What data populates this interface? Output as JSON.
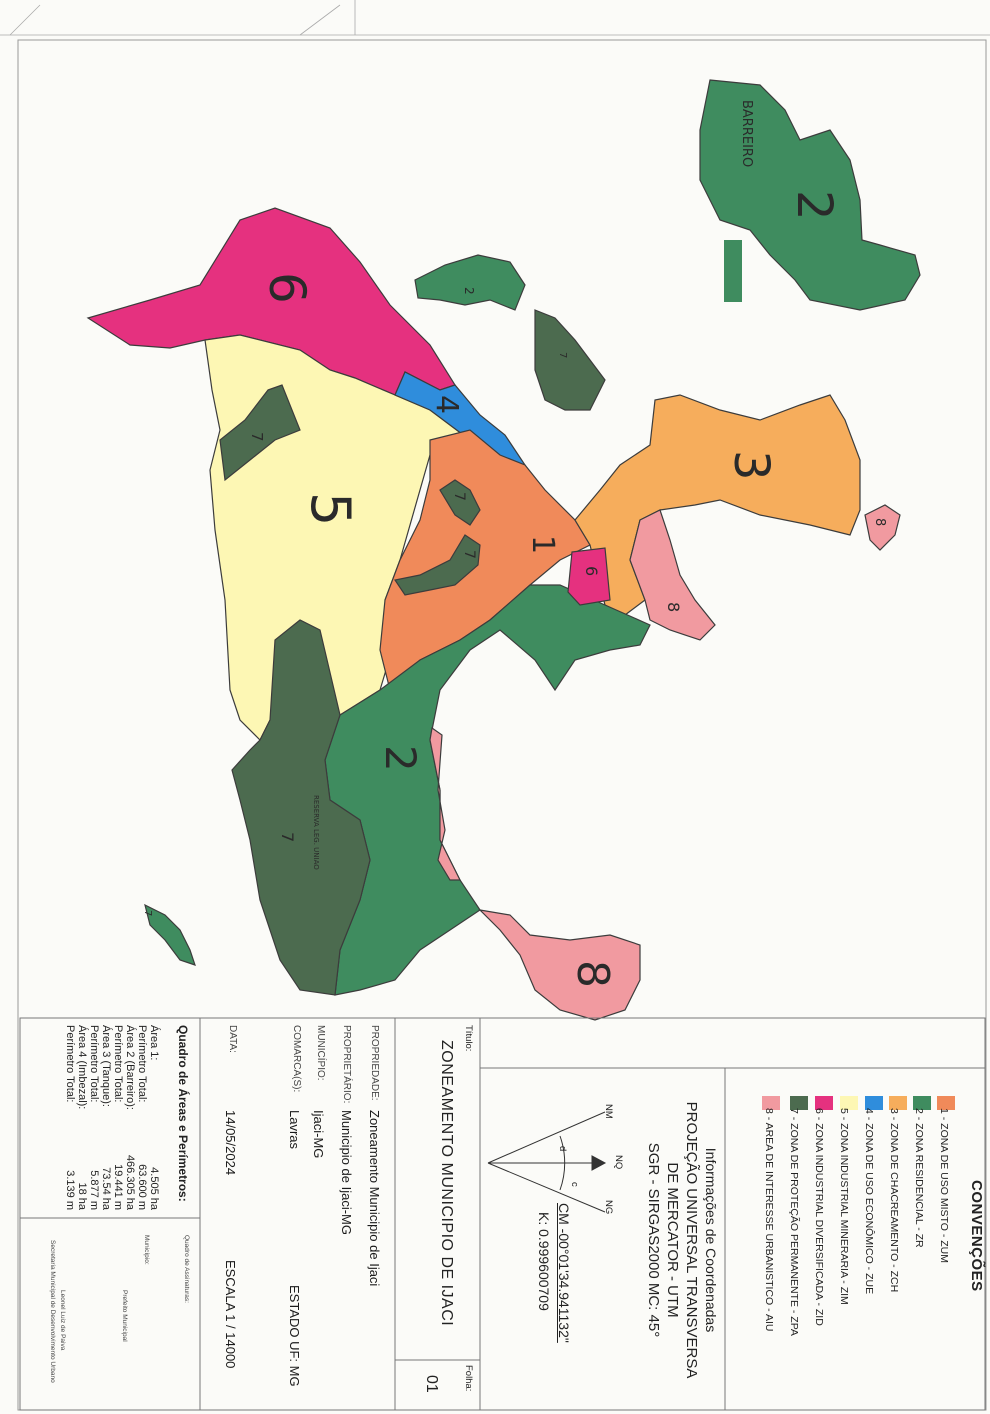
{
  "header_note": {
    "line1": "",
    "line2": ""
  },
  "zones": [
    {
      "id": 1,
      "name": "1 - ZONA DE USO MISTO - ZUM",
      "color": "#f08a5a"
    },
    {
      "id": 2,
      "name": "2 - ZONA RESIDENCIAL - ZR",
      "color": "#3f8c5f"
    },
    {
      "id": 3,
      "name": "3 - ZONA DE CHACREAMENTO - ZCH",
      "color": "#f6ad5c"
    },
    {
      "id": 4,
      "name": "4 - ZONA DE USO ECONÔMICO - ZUE",
      "color": "#2f8ddc"
    },
    {
      "id": 5,
      "name": "5 - ZONA INDUSTRIAL MINERARIA - ZIM",
      "color": "#fdf7b4"
    },
    {
      "id": 6,
      "name": "6 - ZONA INDUSTRIAL DIVERSIFICADA - ZID",
      "color": "#e5317f"
    },
    {
      "id": 7,
      "name": "7 - ZONA DE PROTEÇÃO PERMANENTE - ZPA",
      "color": "#4c6b4f"
    },
    {
      "id": 8,
      "name": "8 - AREA DE INTERESSE URBANISTICO - AIU",
      "color": "#f19aa0"
    }
  ],
  "map_labels": {
    "z1": "1",
    "z2_main": "2",
    "z2_barreiro": "2",
    "z2_small": "2",
    "z3": "3",
    "z4": "4",
    "z5": "5",
    "z6_big": "6",
    "z6_small": "6",
    "z7a": "7",
    "z7b": "7",
    "z7c": "7",
    "z7d": "7",
    "z7e": "7",
    "z7f": "7",
    "z8_big": "8",
    "z8_mid": "8",
    "z8_small": "8",
    "barreiro": "BARREIRO",
    "reserva": "RESERVA LEG. UNIAO"
  },
  "legend": {
    "title": "CONVENÇÕES"
  },
  "coordinates": {
    "title": "Informações de Coordenadas",
    "proj1": "PROJEÇÃO UNIVERSAL TRANSVERSA",
    "proj2": "DE MERCATOR - UTM",
    "sgr": "SGR - SIRGAS2000  MC: 45°",
    "cm": "CM -00°01'34.941132\"",
    "k": "K: 0.999600709",
    "nm": "NM",
    "nq": "NQ",
    "ng": "NG",
    "d": "d",
    "c": "c"
  },
  "title_block": {
    "title_label": "Título:",
    "title": "ZONEAMENTO MUNICIPIO DE IJACI",
    "folha_label": "Folha:",
    "folha": "01",
    "propriedade_label": "PROPRIEDADE:",
    "propriedade": "Zoneamento Municipio de Ijaci",
    "proprietario_label": "PROPRIETÁRIO:",
    "proprietario": "Municipio de Ijaci-MG",
    "municipio_label": "MUNICÍPIO:",
    "municipio": "Ijaci-MG",
    "comarca_label": "COMARCA(S):",
    "comarca": "Lavras",
    "estado": "ESTADO UF: MG",
    "data_label": "DATA:",
    "data": "14/05/2024",
    "escala": "ESCALA 1 / 14000"
  },
  "areas": {
    "title": "Quadro de Áreas e Perímetros:",
    "area1_label": "Área 1:",
    "area1": "4.505 ha",
    "perim1_label": "Perímetro Total:",
    "perim1": "63.600 m",
    "area2_label": "Área 2 (Barreiro):",
    "area2": "466.305 ha",
    "perim2_label": "Perímetro Total:",
    "perim2": "19.441 m",
    "area3_label": "Área 3 (Tanque):",
    "area3": "73.54 ha",
    "perim3_label": "Perímetro Total:",
    "perim3": "5.877 m",
    "area4_label": "Área 4 (Imbezal):",
    "area4": "18 ha",
    "perim4_label": "Perímetro Total:",
    "perim4": "3.139 m"
  },
  "signatures": {
    "quadro": "Quadro de Assinaturas:",
    "municipio": "Município:",
    "prefeito": "Prefeito Municipal",
    "responsavel": "Leonel Luiz de Paiva",
    "secretaria": "Secretaria Municipal de Desenvolvimento Urbano"
  }
}
